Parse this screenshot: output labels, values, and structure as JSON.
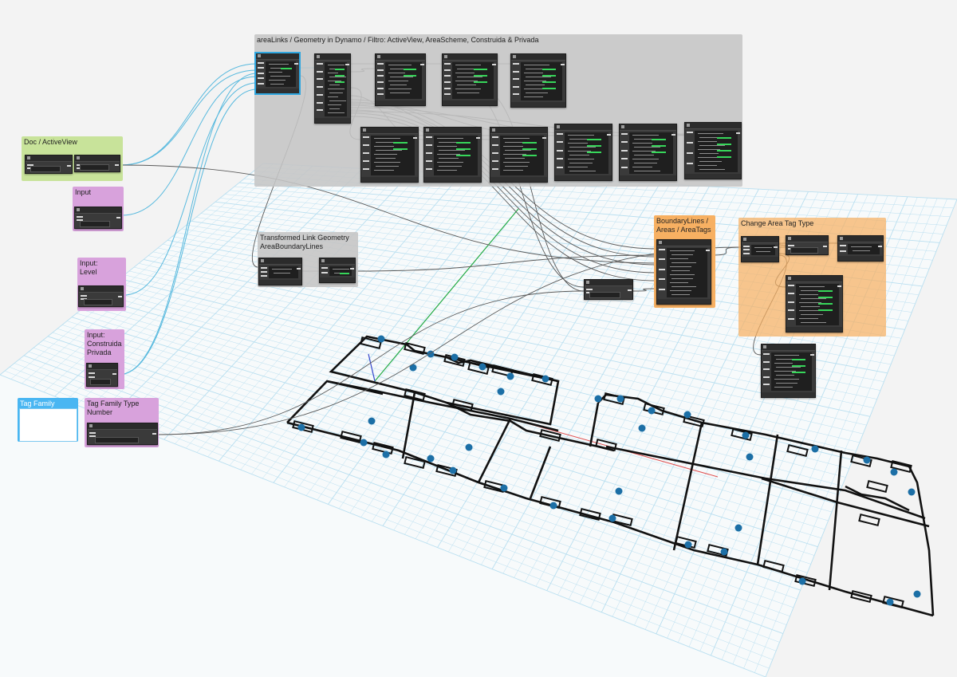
{
  "groups": {
    "area_links": {
      "title": "areaLinks / Geometry in Dynamo / Filtro: ActiveView, AreaScheme, Construida & Privada",
      "color": "#c5c5c5"
    },
    "doc_activeview": {
      "title": "Doc / ActiveView",
      "color": "#c8e39a"
    },
    "input": {
      "title": "Input",
      "color": "#d8a2dc"
    },
    "input_level": {
      "title": "Input:\nLevel",
      "color": "#d8a2dc"
    },
    "input_construida": {
      "title": "Input:\nConstruida\nPrivada",
      "color": "#d8a2dc"
    },
    "tag_family": {
      "title": "Tag Family",
      "color": "#49b6f2"
    },
    "tag_family_type": {
      "title": "Tag Family Type\nNumber",
      "color": "#d8a2dc"
    },
    "transformed_link": {
      "title": "Transformed Link Geometry\nAreaBoundaryLines",
      "color": "#c5c5c5"
    },
    "boundary_lines": {
      "title": "BoundaryLines /\nAreas / AreaTags",
      "color": "#f7b062"
    },
    "change_area_tag": {
      "title": "Change Area Tag Type",
      "color": "#f7b062"
    }
  },
  "colors": {
    "canvas_bg": "#f3f3f3",
    "grid_line": "#b9dff0",
    "node_bg": "#3a3a3a",
    "wire": "#5a5a5a",
    "wire_blue": "#57b9de",
    "geometry_line": "#111111",
    "point_fill": "#1c6fa6",
    "axis_green": "#22aa44",
    "axis_red": "#e05050",
    "axis_blue": "#3344cc",
    "selection": "#2fa7e0"
  },
  "icons": [
    "node-icon",
    "geometry-point-icon"
  ]
}
